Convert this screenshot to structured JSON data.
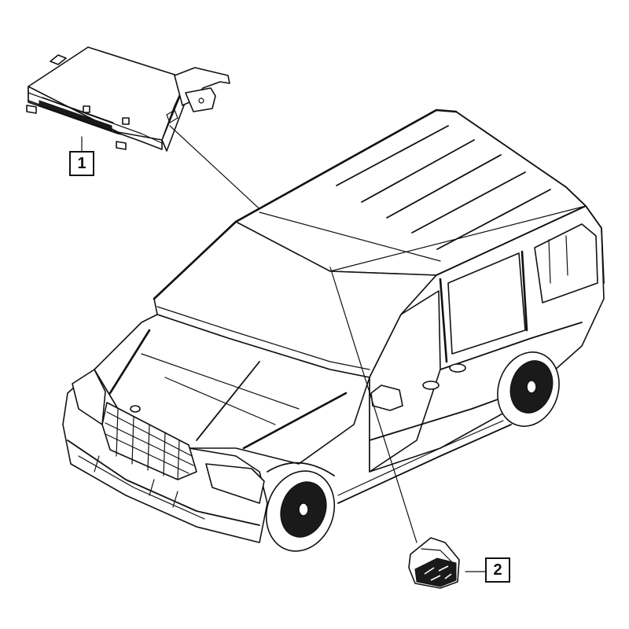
{
  "diagram": {
    "type": "exploded parts illustration",
    "subject": "minivan",
    "colors": {
      "line": "#111111",
      "background": "#ffffff"
    }
  },
  "callouts": [
    {
      "number": "1",
      "part": "control module (rectangular housing with connector and mounting bracket)",
      "location": "under windshield / instrument panel area"
    },
    {
      "number": "2",
      "part": "round sensor/connector",
      "location": "lower left door area"
    }
  ]
}
